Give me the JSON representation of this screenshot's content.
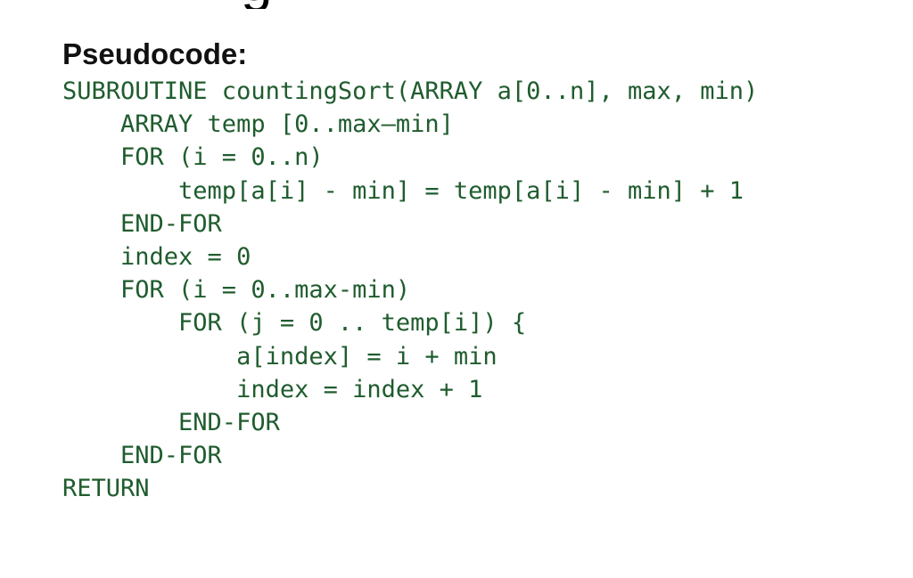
{
  "title_fragment": "g",
  "heading": "Pseudocode:",
  "code_lines": [
    "SUBROUTINE countingSort(ARRAY a[0..n], max, min)",
    "    ARRAY temp [0..max–min]",
    "    FOR (i = 0..n)",
    "        temp[a[i] - min] = temp[a[i] - min] + 1",
    "    END-FOR",
    "    index = 0",
    "    FOR (i = 0..max-min)",
    "        FOR (j = 0 .. temp[i]) {",
    "            a[index] = i + min",
    "            index = index + 1",
    "        END-FOR",
    "    END-FOR",
    "RETURN"
  ],
  "colors": {
    "code": "#1f5c2e",
    "heading": "#111111",
    "background": "#ffffff"
  }
}
